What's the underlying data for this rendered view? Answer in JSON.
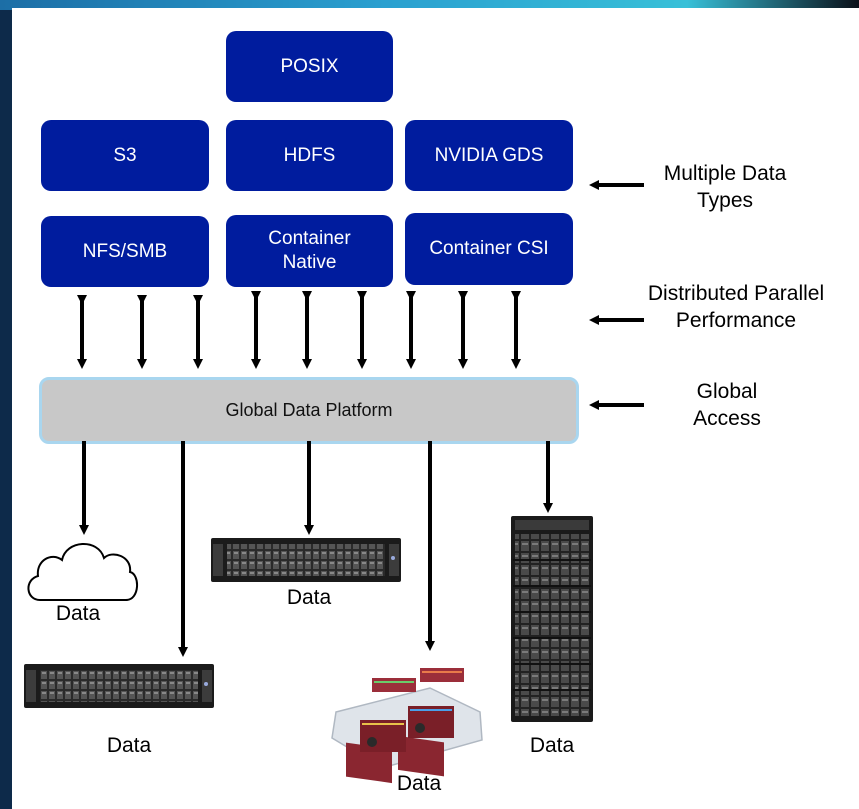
{
  "diagram": {
    "protocols": {
      "posix": "POSIX",
      "s3": "S3",
      "hdfs": "HDFS",
      "nvidia_gds": "NVIDIA GDS",
      "nfs_smb": "NFS/SMB",
      "container_native": "Container Native",
      "container_csi": "Container CSI"
    },
    "platform": "Global Data Platform",
    "annotations": {
      "multiple_data_types": "Multiple Data Types",
      "distributed_parallel": "Distributed Parallel Performance",
      "global_access": "Global Access"
    },
    "storage_labels": [
      "Data",
      "Data",
      "Data",
      "Data",
      "Data"
    ],
    "storage_icons": [
      "cloud-icon",
      "rack-server-icon",
      "rack-server-icon",
      "tape-cartridge-icon",
      "server-cabinet-icon"
    ],
    "colors": {
      "protocol_box": "#001c9e",
      "platform_fill": "#c8c8c8",
      "platform_border": "#a9d6ef",
      "tape_cartridge": "#8a2630"
    }
  }
}
